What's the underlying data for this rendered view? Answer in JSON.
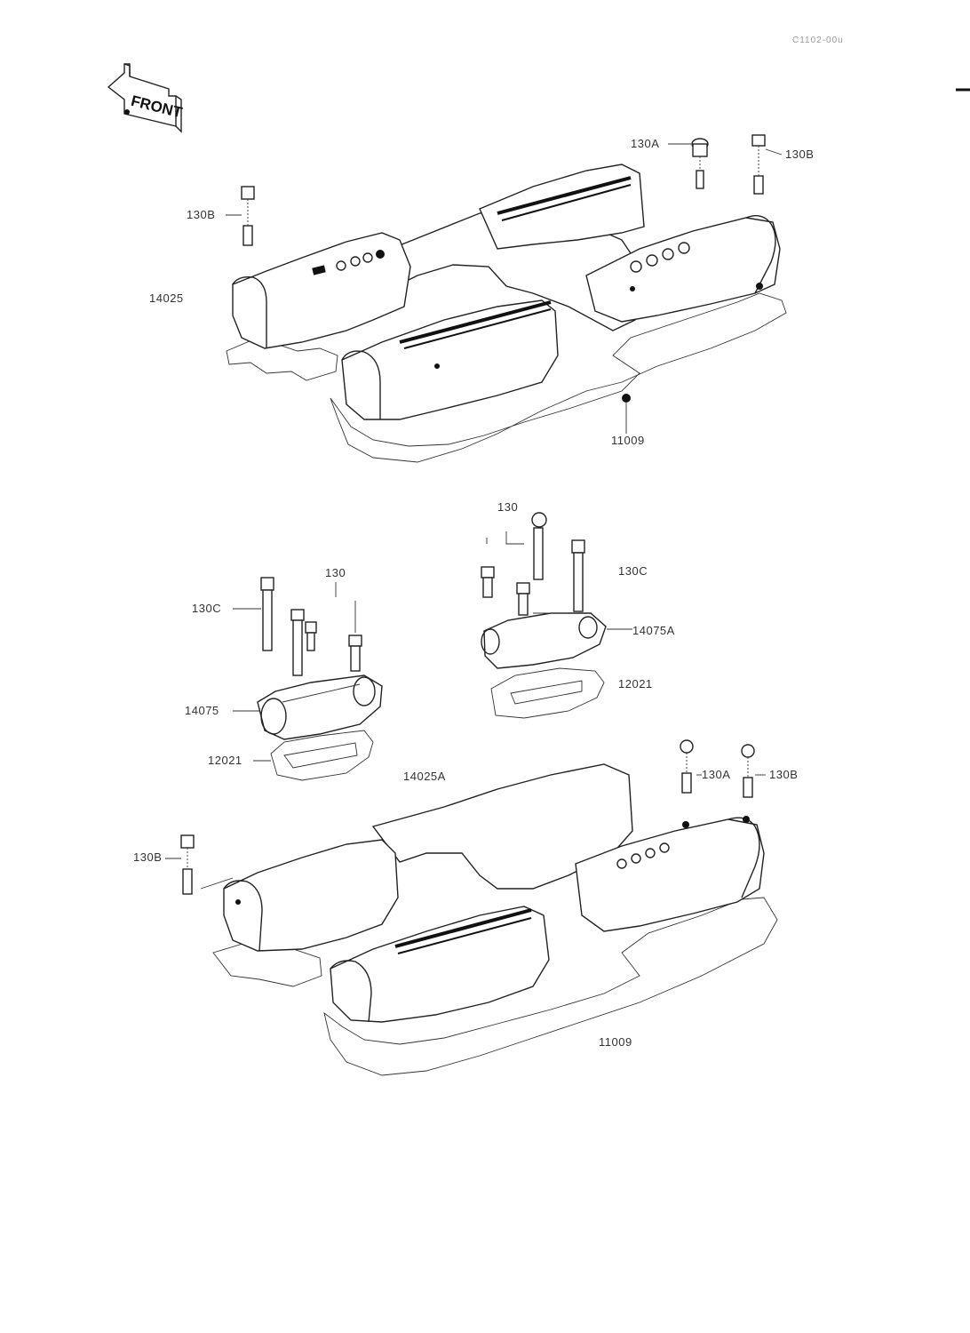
{
  "document": {
    "ref_code": "C1102-00u"
  },
  "front_badge": {
    "text": "FRONT"
  },
  "labels": [
    {
      "id": "l-130a-top",
      "text": "130A"
    },
    {
      "id": "l-130b-top-right",
      "text": "130B"
    },
    {
      "id": "l-130b-top-left",
      "text": "130B"
    },
    {
      "id": "l-14025",
      "text": "14025"
    },
    {
      "id": "l-11009-top",
      "text": "11009"
    },
    {
      "id": "l-130-mid-right",
      "text": "130"
    },
    {
      "id": "l-130c-mid-right",
      "text": "130C"
    },
    {
      "id": "l-14075a",
      "text": "14075A"
    },
    {
      "id": "l-12021-right",
      "text": "12021"
    },
    {
      "id": "l-130-mid-left",
      "text": "130"
    },
    {
      "id": "l-130c-mid-left",
      "text": "130C"
    },
    {
      "id": "l-14075",
      "text": "14075"
    },
    {
      "id": "l-12021-left",
      "text": "12021"
    },
    {
      "id": "l-14025a",
      "text": "14025A"
    },
    {
      "id": "l-130a-bottom",
      "text": "130A"
    },
    {
      "id": "l-130b-bottom-right",
      "text": "130B"
    },
    {
      "id": "l-130b-bottom-left",
      "text": "130B"
    },
    {
      "id": "l-11009-bottom",
      "text": "11009"
    }
  ]
}
